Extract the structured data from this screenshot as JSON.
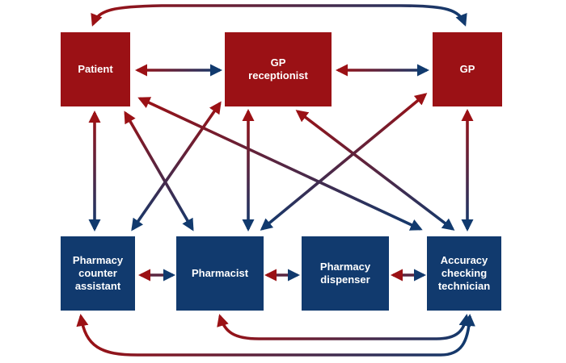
{
  "diagram": {
    "colors": {
      "red": "#9b1115",
      "blue": "#113a6e",
      "background": "#ffffff"
    },
    "nodes": {
      "patient": {
        "label": "Patient",
        "color": "red"
      },
      "gp_receptionist": {
        "label": "GP\nreceptionist",
        "color": "red"
      },
      "gp": {
        "label": "GP",
        "color": "red"
      },
      "counter_assistant": {
        "label": "Pharmacy\ncounter\nassistant",
        "color": "blue"
      },
      "pharmacist": {
        "label": "Pharmacist",
        "color": "blue"
      },
      "dispenser": {
        "label": "Pharmacy\ndispenser",
        "color": "blue"
      },
      "act": {
        "label": "Accuracy\nchecking\ntechnician",
        "color": "blue"
      }
    },
    "connections": [
      [
        "patient",
        "gp_receptionist"
      ],
      [
        "gp_receptionist",
        "gp"
      ],
      [
        "patient",
        "gp"
      ],
      [
        "patient",
        "counter_assistant"
      ],
      [
        "patient",
        "pharmacist"
      ],
      [
        "patient",
        "act"
      ],
      [
        "gp_receptionist",
        "counter_assistant"
      ],
      [
        "gp_receptionist",
        "pharmacist"
      ],
      [
        "gp_receptionist",
        "act"
      ],
      [
        "gp",
        "pharmacist"
      ],
      [
        "gp",
        "act"
      ],
      [
        "counter_assistant",
        "pharmacist"
      ],
      [
        "pharmacist",
        "dispenser"
      ],
      [
        "dispenser",
        "act"
      ],
      [
        "pharmacist",
        "act"
      ],
      [
        "counter_assistant",
        "act"
      ]
    ]
  }
}
